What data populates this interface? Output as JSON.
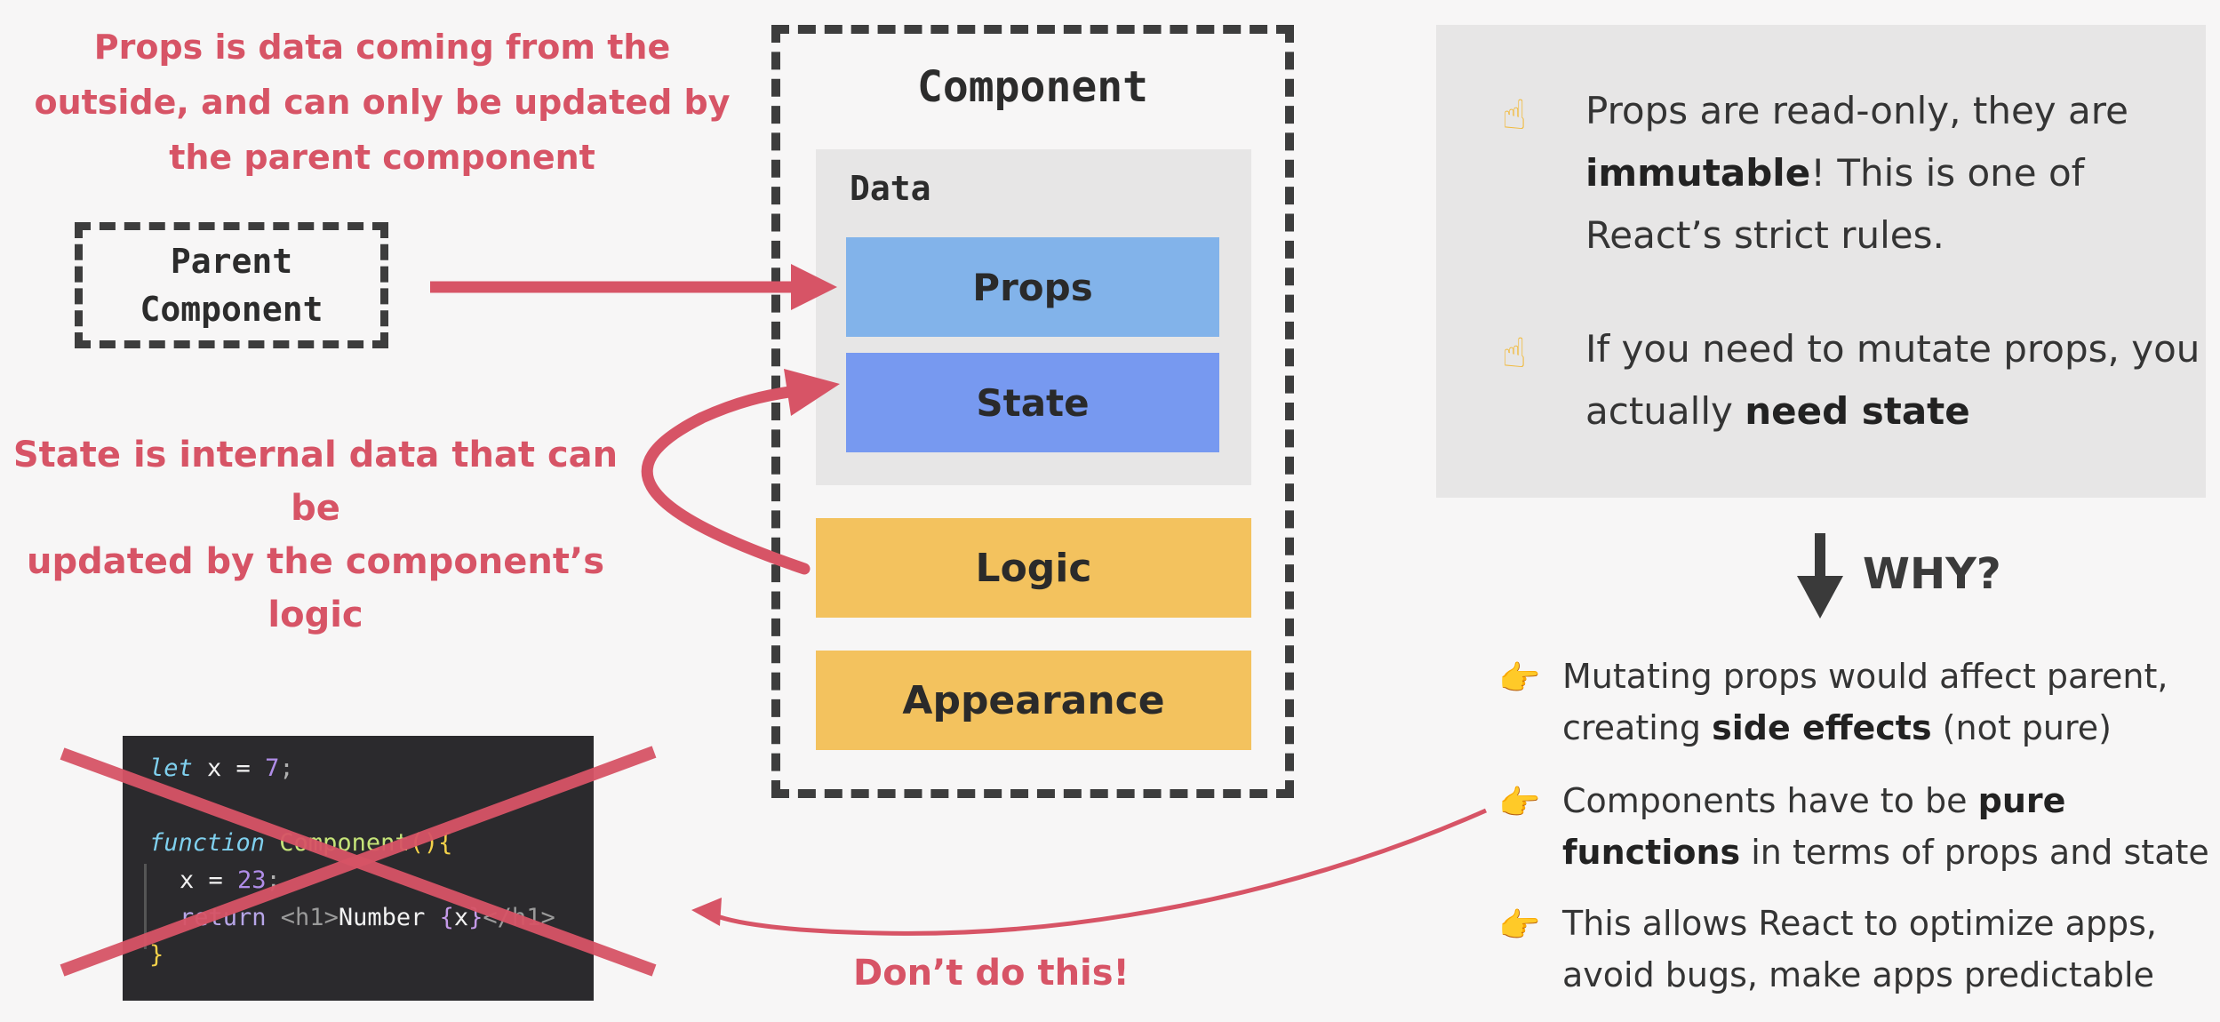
{
  "props_caption": {
    "l1": "Props is data coming from the",
    "l2_b1": "outside",
    "l2_m": ", and can ",
    "l2_b2": "only",
    "l2_e": " be updated by",
    "l3_s": "the ",
    "l3_b": "parent component"
  },
  "state_caption": {
    "l1_s": "State is ",
    "l1_b": "internal",
    "l1_e": " data that can be",
    "l2_s": "updated by the ",
    "l2_b": "component’s",
    "l2_e": " logic"
  },
  "parent": {
    "line1": "Parent",
    "line2": "Component"
  },
  "component": {
    "title": "Component",
    "data_label": "Data",
    "props": "Props",
    "state": "State",
    "logic": "Logic",
    "appearance": "Appearance"
  },
  "rules": [
    {
      "icon": "☝",
      "a": "Props are read-only, they are ",
      "b": "immutable",
      "c": "! This is one of React’s strict rules."
    },
    {
      "icon": "☝",
      "a": "If you need to mutate props, you actually ",
      "b": "need state",
      "c": ""
    }
  ],
  "why": "WHY?",
  "points": [
    {
      "icon": "👉",
      "a": "Mutating props would affect parent, creating ",
      "b": "side effects",
      "c": " (not pure)"
    },
    {
      "icon": "👉",
      "a": "Components have to be ",
      "b": "pure functions",
      "c": " in terms of props and state"
    },
    {
      "icon": "👉",
      "a": "This allows React to optimize apps, avoid bugs, make apps predictable",
      "b": "",
      "c": ""
    }
  ],
  "code": {
    "l1_kw": "let",
    "l1_rest": " x = ",
    "l1_num": "7",
    "l1_end": ";",
    "l2_kw": "function",
    "l2_fn": " Component",
    "l2_end": "(){",
    "l3_a": "x = ",
    "l3_num": "23",
    "l3_end": ";",
    "l4_kw": "return ",
    "l4_t1": "<h1>",
    "l4_txt": "Number ",
    "l4_b1": "{",
    "l4_x": "x",
    "l4_b2": "}",
    "l4_t2": "</h1>",
    "l5": "}"
  },
  "dont_caption": "Don’t do this!",
  "colors": {
    "accent_red": "#d75466",
    "props_blue": "#82b3ea",
    "state_blue": "#7799f0",
    "logic_yellow": "#f3c25e",
    "panel_gray": "#e7e6e6"
  }
}
